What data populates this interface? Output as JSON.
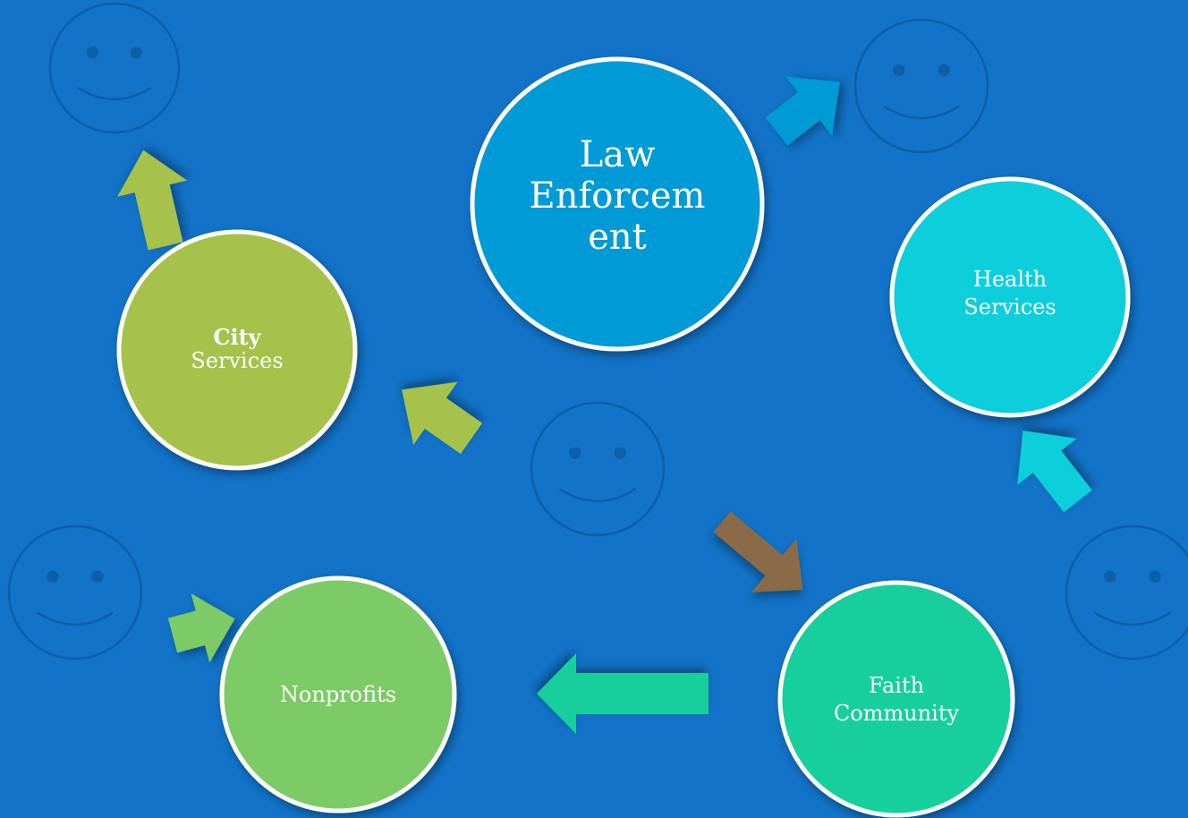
{
  "nodes": [
    {
      "id": "law-enforcement",
      "lines": [
        "Law",
        "Enforcem",
        "ent"
      ],
      "color": "#049ad7"
    },
    {
      "id": "city-services",
      "lines": [
        "City",
        "Services"
      ],
      "bold_first": true,
      "color": "#a6c24b"
    },
    {
      "id": "health-services",
      "lines": [
        "Health",
        "Services"
      ],
      "color": "#0bcfdc"
    },
    {
      "id": "nonprofits",
      "lines": [
        "Nonprofits"
      ],
      "color": "#7ccb66"
    },
    {
      "id": "faith-community",
      "lines": [
        "Faith",
        "Community"
      ],
      "color": "#14cf9c"
    }
  ],
  "smileys": [
    "top-left",
    "top-right",
    "center",
    "bottom-left",
    "bottom-right"
  ],
  "arrows": [
    {
      "id": "arrow-city-to-smiley",
      "color": "#a6c24b",
      "icon": "up-arrow"
    },
    {
      "id": "arrow-law-to-smiley",
      "color": "#049ad7",
      "icon": "up-right-arrow"
    },
    {
      "id": "arrow-center-to-city",
      "color": "#a6c24b",
      "icon": "up-left-arrow"
    },
    {
      "id": "arrow-center-to-faith",
      "color": "#8a6a46",
      "icon": "down-right-arrow"
    },
    {
      "id": "arrow-smiley-to-health",
      "color": "#0bcfdc",
      "icon": "up-left-arrow"
    },
    {
      "id": "arrow-smiley-to-nonprofits",
      "color": "#7ccb66",
      "icon": "right-arrow"
    },
    {
      "id": "arrow-faith-to-nonprofits",
      "color": "#14cf9c",
      "icon": "left-arrow"
    }
  ]
}
